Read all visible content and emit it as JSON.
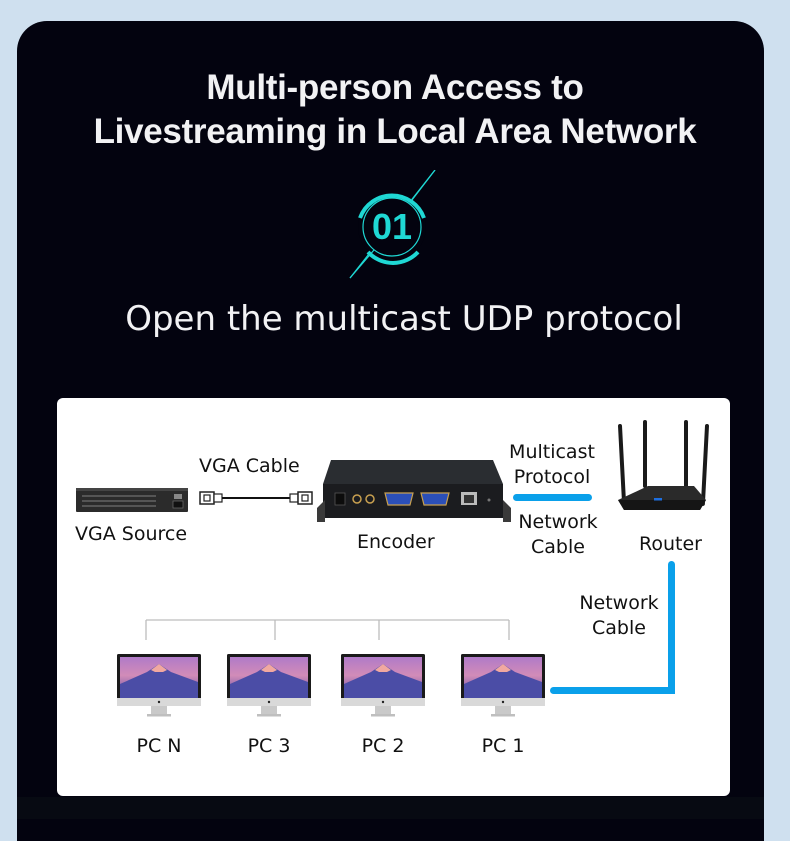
{
  "header": {
    "title_line1": "Multi-person Access to",
    "title_line2": "Livestreaming in Local Area Network",
    "step_number": "01",
    "subtitle": "Open the multicast UDP protocol"
  },
  "diagram": {
    "vga_source_label": "VGA Source",
    "vga_cable_label": "VGA Cable",
    "encoder_label": "Encoder",
    "multicast_label_line1": "Multicast",
    "multicast_label_line2": "Protocol",
    "network_cable_label_line1": "Network",
    "network_cable_label_line2": "Cable",
    "router_label": "Router",
    "network_cable2_label_line1": "Network",
    "network_cable2_label_line2": "Cable",
    "pcs": [
      {
        "label": "PC N"
      },
      {
        "label": "PC 3"
      },
      {
        "label": "PC 2"
      },
      {
        "label": "PC 1"
      }
    ]
  },
  "colors": {
    "accent_cyan": "#1fd8d4",
    "cable_blue": "#0aa0ea",
    "panel_bg": "#03030f",
    "page_bg": "#cfe0ef"
  }
}
